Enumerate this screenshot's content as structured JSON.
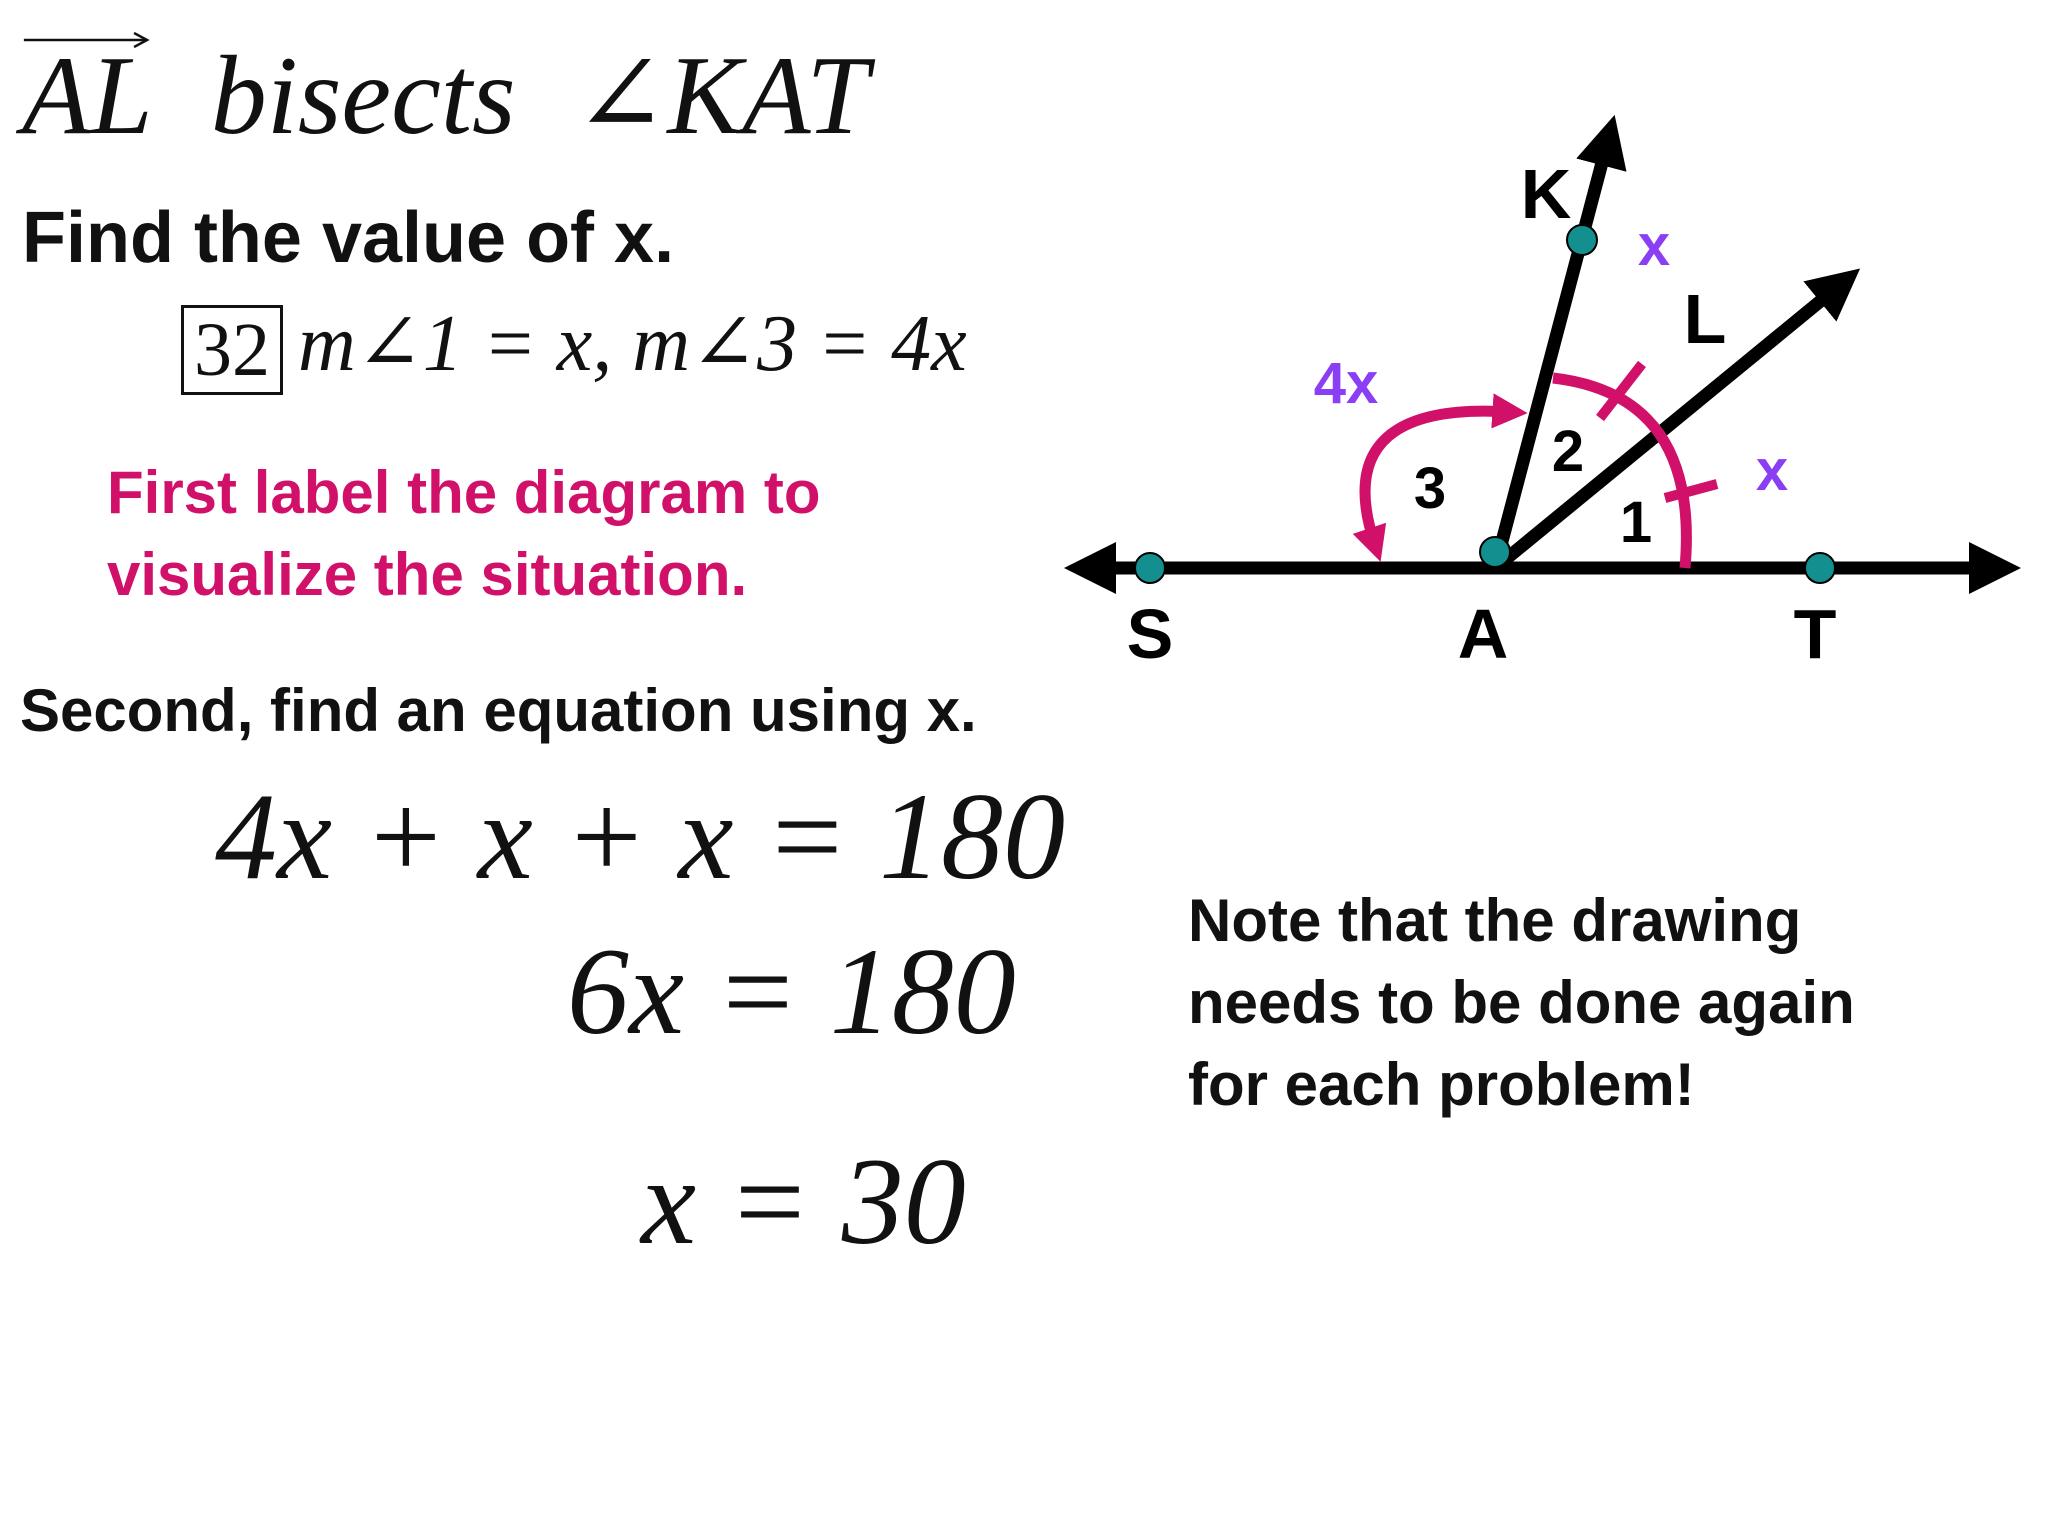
{
  "title": {
    "ray_name": "AL",
    "verb": "bisects",
    "angle_symbol": "∠",
    "angle_name": "KAT"
  },
  "prompt": "Find the value of x.",
  "given": {
    "problem_number": "32",
    "equation": "m∠1 = x,  m∠3 = 4x"
  },
  "instructions": {
    "first": [
      "First label the diagram to",
      "visualize the situation."
    ],
    "second": "Second, find an equation using x."
  },
  "work": {
    "line1": "4x + x + x  = 180",
    "line2": "6x  = 180",
    "line3": "x = 30"
  },
  "note": [
    "Note that the drawing",
    "needs to be done again",
    "for each problem!"
  ],
  "diagram": {
    "points": {
      "S": "S",
      "A": "A",
      "T": "T",
      "K": "K",
      "L": "L"
    },
    "angle_numbers": {
      "one": "1",
      "two": "2",
      "three": "3"
    },
    "angle_labels": {
      "upper_x": "x",
      "lower_x": "x",
      "four_x": "4x"
    },
    "colors": {
      "line": "#000000",
      "point_fill": "#138f8f",
      "arc": "#d1106a",
      "variable_label": "#8a3ff5",
      "instruction_text": "#d1106a"
    }
  }
}
